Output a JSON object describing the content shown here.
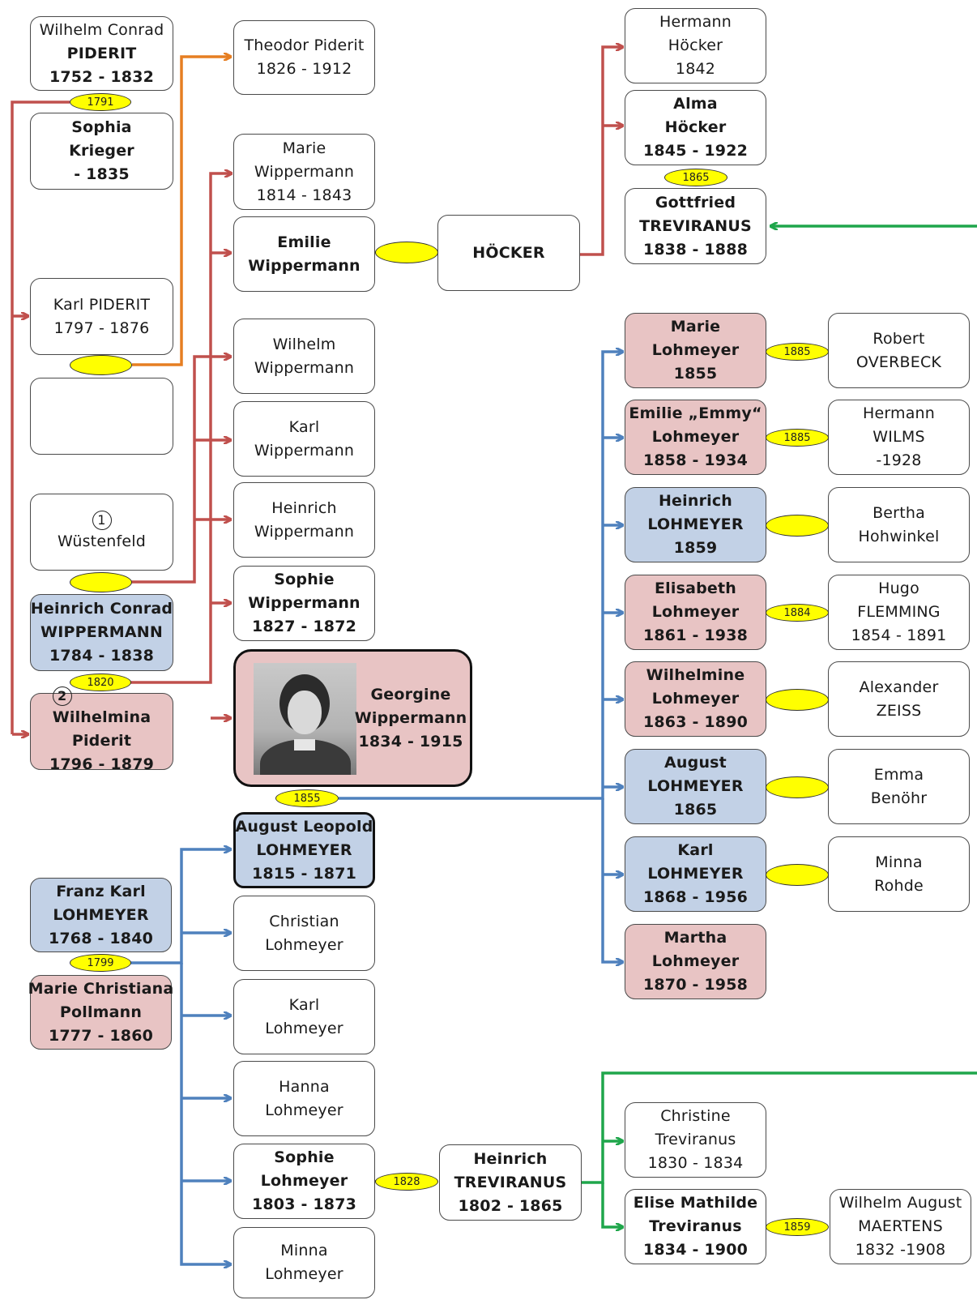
{
  "colors": {
    "red": "#c0504d",
    "orange": "#e67e22",
    "blue": "#4f81bd",
    "green": "#1fa64b",
    "female": "#e8c4c4",
    "male": "#c2d1e6",
    "marriage": "#ffff00"
  },
  "people": {
    "wc_piderit": [
      "Wilhelm Conrad",
      "PIDERIT",
      "1752 - 1832"
    ],
    "sophia_krieger": [
      "Sophia",
      "Krieger",
      "- 1835"
    ],
    "karl_piderit": [
      "Karl PIDERIT",
      "1797 - 1876"
    ],
    "wuestenfeld": [
      "Wüstenfeld"
    ],
    "wuestenfeld_mark": "1",
    "hc_wippermann": [
      "Heinrich Conrad",
      "WIPPERMANN",
      "1784 - 1838"
    ],
    "wilhelmina": [
      "Wilhelmina",
      "Piderit",
      "1796 - 1879"
    ],
    "wilhelmina_mark": "2",
    "theodor": [
      "Theodor Piderit",
      "1826 - 1912"
    ],
    "marie_w": [
      "Marie",
      "Wippermann",
      "1814 - 1843"
    ],
    "emilie_w": [
      "Emilie",
      "Wippermann"
    ],
    "hoecker": [
      "HÖCKER"
    ],
    "wilhelm_w": [
      "Wilhelm",
      "Wippermann"
    ],
    "karl_w": [
      "Karl",
      "Wippermann"
    ],
    "heinrich_w": [
      "Heinrich",
      "Wippermann"
    ],
    "sophie_w": [
      "Sophie",
      "Wippermann",
      "1827 - 1872"
    ],
    "georgine": [
      "Georgine",
      "Wippermann",
      "1834 - 1915"
    ],
    "hermann_h": [
      "Hermann",
      "Höcker",
      "1842"
    ],
    "alma_h": [
      "Alma",
      "Höcker",
      "1845 - 1922"
    ],
    "gottfried": [
      "Gottfried",
      "TREVIRANUS",
      "1838 - 1888"
    ],
    "marie_l": [
      "Marie",
      "Lohmeyer",
      "1855"
    ],
    "robert": [
      "Robert",
      "OVERBECK"
    ],
    "emmy": [
      "Emilie „Emmy“",
      "Lohmeyer",
      "1858 - 1934"
    ],
    "hermann_wilms": [
      "Hermann",
      "WILMS",
      "-1928"
    ],
    "heinrich_l": [
      "Heinrich",
      "LOHMEYER",
      "1859"
    ],
    "bertha": [
      "Bertha",
      "Hohwinkel"
    ],
    "elisabeth": [
      "Elisabeth",
      "Lohmeyer",
      "1861 - 1938"
    ],
    "hugo": [
      "Hugo",
      "FLEMMING",
      "1854 - 1891"
    ],
    "wilhelmine": [
      "Wilhelmine",
      "Lohmeyer",
      "1863 - 1890"
    ],
    "alexander": [
      "Alexander",
      "ZEISS"
    ],
    "august_l": [
      "August",
      "LOHMEYER",
      "1865"
    ],
    "emma": [
      "Emma",
      "Benöhr"
    ],
    "karl_l2": [
      "Karl",
      "LOHMEYER",
      "1868 - 1956"
    ],
    "minna_rohde": [
      "Minna",
      "Rohde"
    ],
    "martha": [
      "Martha",
      "Lohmeyer",
      "1870 - 1958"
    ],
    "august_leopold": [
      "August Leopold",
      "LOHMEYER",
      "1815 - 1871"
    ],
    "franz_karl": [
      "Franz Karl",
      "LOHMEYER",
      "1768 - 1840"
    ],
    "marie_christiana": [
      "Marie Christiana",
      "Pollmann",
      "1777 - 1860"
    ],
    "christian_l": [
      "Christian",
      "Lohmeyer"
    ],
    "karl_l": [
      "Karl",
      "Lohmeyer"
    ],
    "hanna_l": [
      "Hanna",
      "Lohmeyer"
    ],
    "sophie_l": [
      "Sophie",
      "Lohmeyer",
      "1803 - 1873"
    ],
    "minna_l": [
      "Minna",
      "Lohmeyer"
    ],
    "heinrich_t": [
      "Heinrich",
      "TREVIRANUS",
      "1802 - 1865"
    ],
    "christine_t": [
      "Christine",
      "Treviranus",
      "1830 - 1834"
    ],
    "elise_t": [
      "Elise Mathilde",
      "Treviranus",
      "1834 - 1900"
    ],
    "maertens": [
      "Wilhelm August",
      "MAERTENS",
      "1832 -1908"
    ]
  },
  "marriages": {
    "m1791": "1791",
    "m1865": "1865",
    "m1885a": "1885",
    "m1885b": "1885",
    "m1884": "1884",
    "m1820": "1820",
    "m1855": "1855",
    "m1799": "1799",
    "m1828": "1828",
    "m1859": "1859",
    "m_karl": "",
    "m_wuest": "",
    "m_emilie": "",
    "m_heinrich": "",
    "m_wilhelmine": "",
    "m_august": "",
    "m_karl2": ""
  }
}
